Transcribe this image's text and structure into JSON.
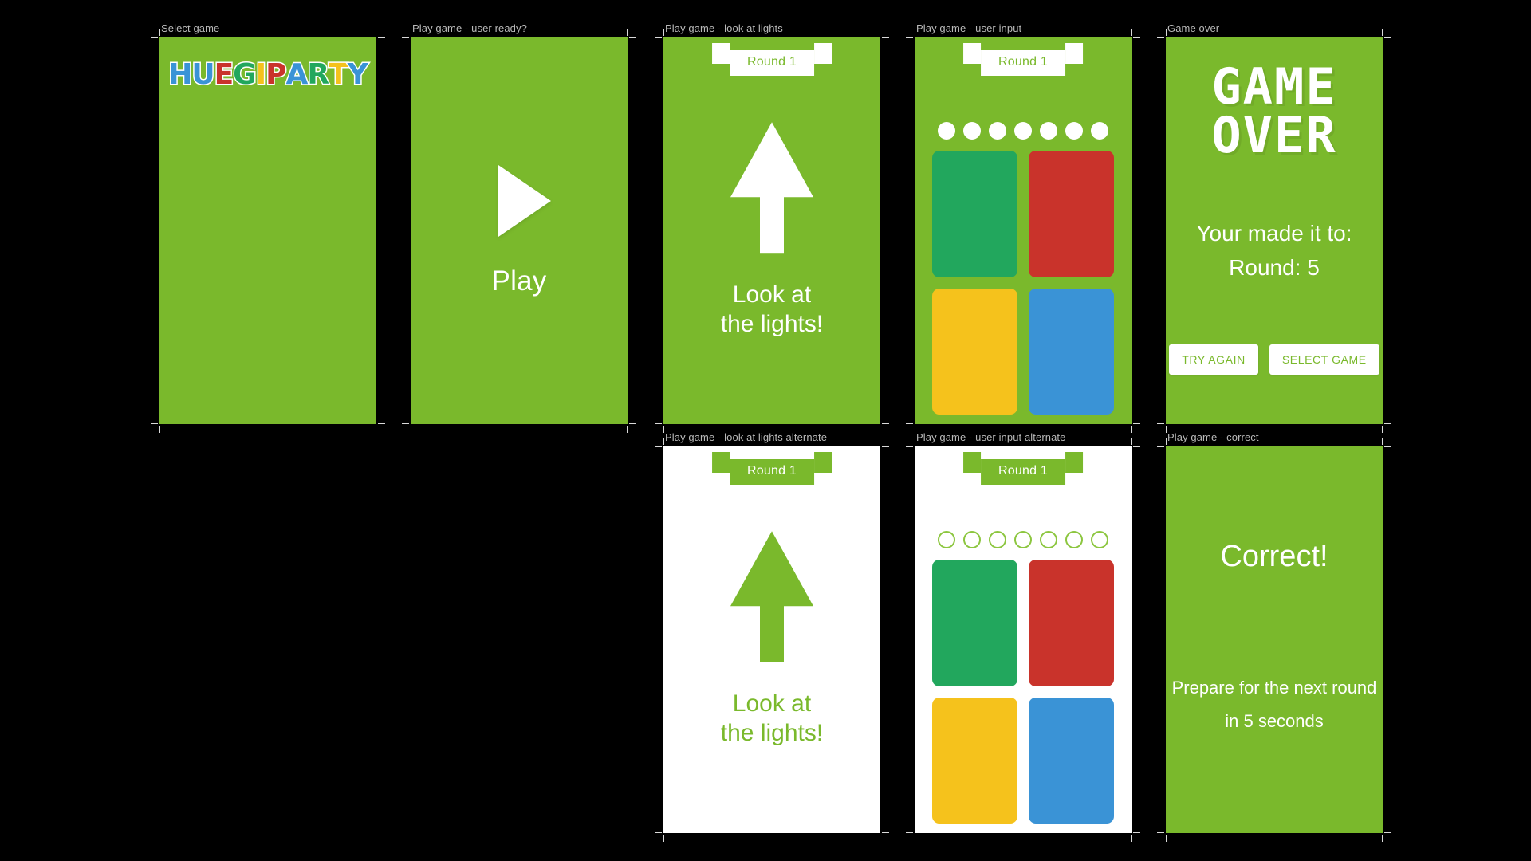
{
  "frames": [
    {
      "id": "select-game",
      "label": "Select game"
    },
    {
      "id": "user-ready",
      "label": "Play game - user ready?"
    },
    {
      "id": "look-at-lights",
      "label": "Play game - look at lights"
    },
    {
      "id": "user-input",
      "label": "Play game - user input"
    },
    {
      "id": "game-over",
      "label": "Game over"
    },
    {
      "id": "look-at-lights-alt",
      "label": "Play game - look at lights alternate"
    },
    {
      "id": "user-input-alt",
      "label": "Play game - user input alternate"
    },
    {
      "id": "correct",
      "label": "Play game - correct"
    }
  ],
  "logo": {
    "letters": [
      "H",
      "U",
      "E",
      "G",
      "I",
      "P",
      "A",
      "R",
      "T",
      "Y"
    ],
    "text": "HUEGIPARTY"
  },
  "play": {
    "label": "Play",
    "icon": "play-triangle-icon"
  },
  "lights": {
    "round_label": "Round 1",
    "message": "Look at the lights!",
    "icon": "arrow-up-icon"
  },
  "input": {
    "round_label": "Round 1",
    "dot_count": 7
  },
  "tiles": [
    {
      "name": "green",
      "color": "#22a75d"
    },
    {
      "name": "red",
      "color": "#c9332b"
    },
    {
      "name": "yellow",
      "color": "#f5c21c"
    },
    {
      "name": "blue",
      "color": "#3a93d6"
    }
  ],
  "game_over": {
    "title_line1": "GAME",
    "title_line2": "OVER",
    "message_line1": "Your made it to:",
    "message_line2": "Round: 5",
    "try_again": "TRY AGAIN",
    "select_game": "SELECT GAME"
  },
  "correct": {
    "title": "Correct!",
    "sub_line1": "Prepare for the next round",
    "sub_line2": "in 5 seconds"
  },
  "colors": {
    "brand_green": "#7ab92c",
    "white": "#ffffff",
    "canvas": "#000000"
  }
}
